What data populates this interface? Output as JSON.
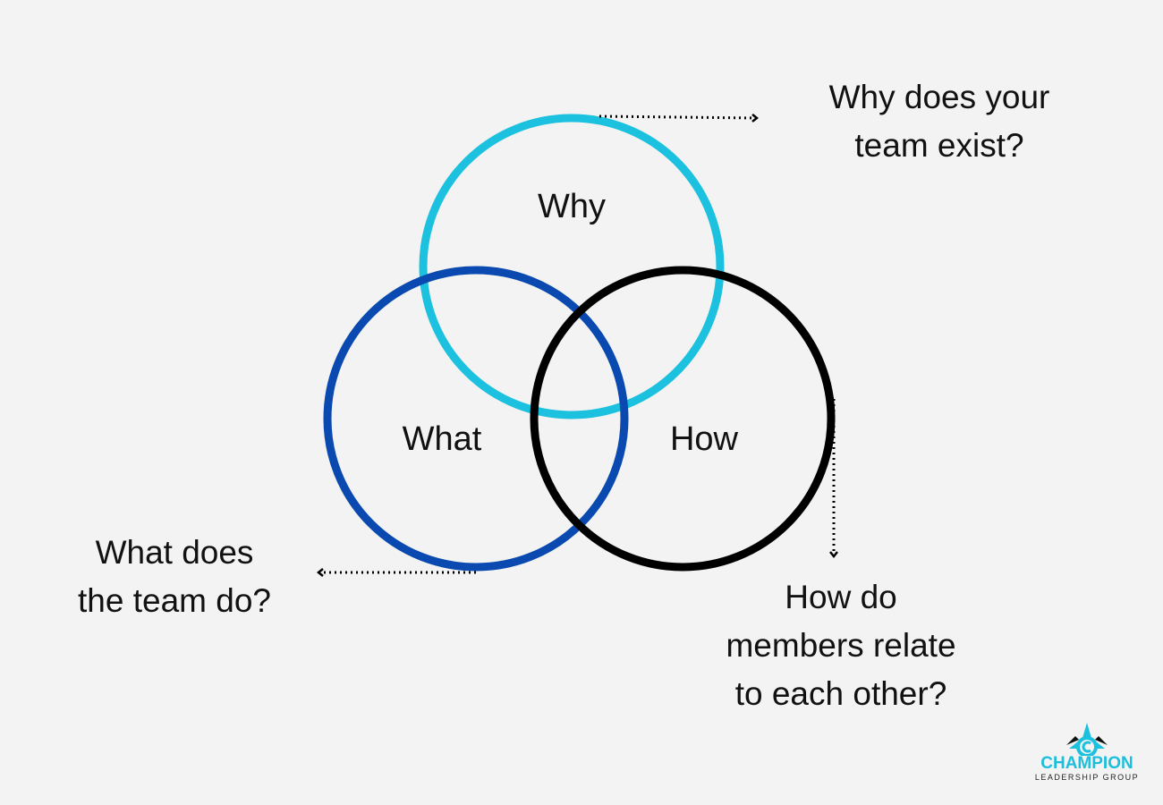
{
  "circles": {
    "why": "Why",
    "what": "What",
    "how": "How"
  },
  "questions": {
    "why": [
      "Why does your",
      "team exist?"
    ],
    "what": [
      "What does",
      "the team do?"
    ],
    "how": [
      "How do",
      "members relate",
      "to each other?"
    ]
  },
  "colors": {
    "why": "#1bc1de",
    "what": "#0a4ab0",
    "how": "#000000",
    "background": "#f3f3f3"
  },
  "logo": {
    "name": "CHAMPION",
    "tagline": "LEADERSHIP GROUP"
  }
}
